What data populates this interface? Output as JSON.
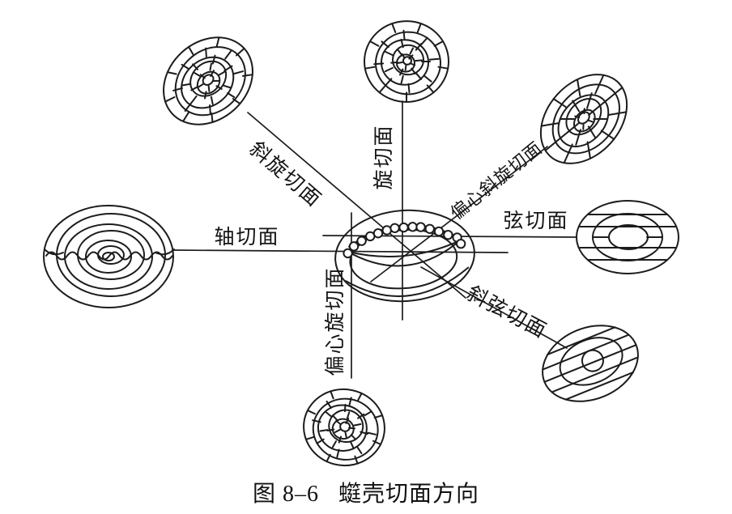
{
  "figure": {
    "caption_prefix": "图 8–6",
    "caption_title": "䗴壳切面方向"
  },
  "labels": {
    "spiral": "旋切面",
    "oblique_spiral": "斜旋切面",
    "ecc_oblique_spiral": "偏心斜旋切面",
    "axial": "轴切面",
    "chord": "弦切面",
    "oblique_chord": "斜弦切面",
    "ecc_spiral": "偏心旋切面"
  },
  "illustrations": {
    "center": "fusulinid-shell-drawing",
    "top": "spiral-section-drawing",
    "top_left": "oblique-spiral-section-drawing",
    "top_right": "eccentric-oblique-spiral-section-drawing",
    "left": "axial-section-drawing",
    "right": "chord-section-drawing",
    "bottom_right": "oblique-chord-section-drawing",
    "bottom": "eccentric-spiral-section-drawing"
  },
  "colors": {
    "ink": "#1c1c1c",
    "background": "#ffffff"
  }
}
